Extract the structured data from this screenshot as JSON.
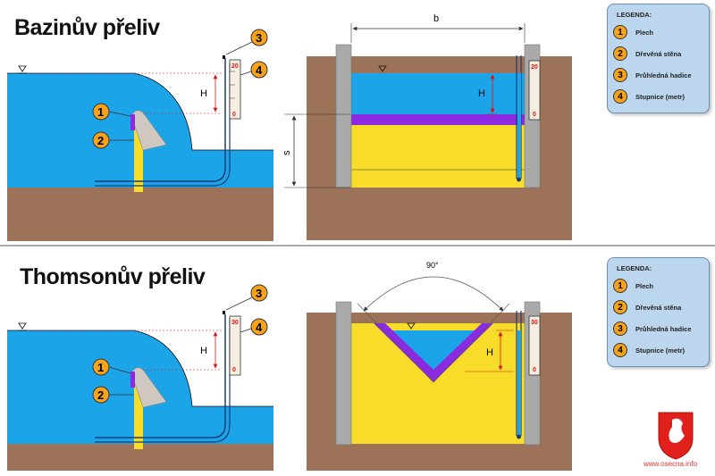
{
  "top": {
    "title": "Bazinův přeliv",
    "dim_b": "b",
    "dim_s": "s",
    "dim_h_left": "H",
    "dim_h_right": "H",
    "scale_top": "20",
    "scale_bottom": "0",
    "scale_top_right": "20",
    "scale_bottom_right": "0",
    "badges": [
      "1",
      "2",
      "3",
      "4"
    ],
    "legend": {
      "title": "LEGENDA:",
      "items": [
        {
          "num": "1",
          "label": "Plech"
        },
        {
          "num": "2",
          "label": "Dřevěná stěna"
        },
        {
          "num": "3",
          "label": "Průhledná hadice"
        },
        {
          "num": "4",
          "label": "Stupnice (metr)"
        }
      ]
    }
  },
  "bottom": {
    "title": "Thomsonův přeliv",
    "angle": "90°",
    "dim_h_left": "H",
    "dim_h_right": "H",
    "scale_top": "30",
    "scale_bottom": "0",
    "scale_top_right": "30",
    "scale_bottom_right": "0",
    "badges": [
      "1",
      "2",
      "3",
      "4"
    ],
    "legend": {
      "title": "LEGENDA:",
      "items": [
        {
          "num": "1",
          "label": "Plech"
        },
        {
          "num": "2",
          "label": "Dřevěná stěna"
        },
        {
          "num": "3",
          "label": "Průhledná hadice"
        },
        {
          "num": "4",
          "label": "Stupnice (metr)"
        }
      ]
    }
  },
  "watermark": "www.osecna.info",
  "colors": {
    "water": "#1ba4e8",
    "earth": "#9c7359",
    "wall": "#f7dc2a",
    "plate": "#8a2be2",
    "concrete": "#a9a9a9",
    "badge": "#f7a21b",
    "dimension": "#d11"
  }
}
